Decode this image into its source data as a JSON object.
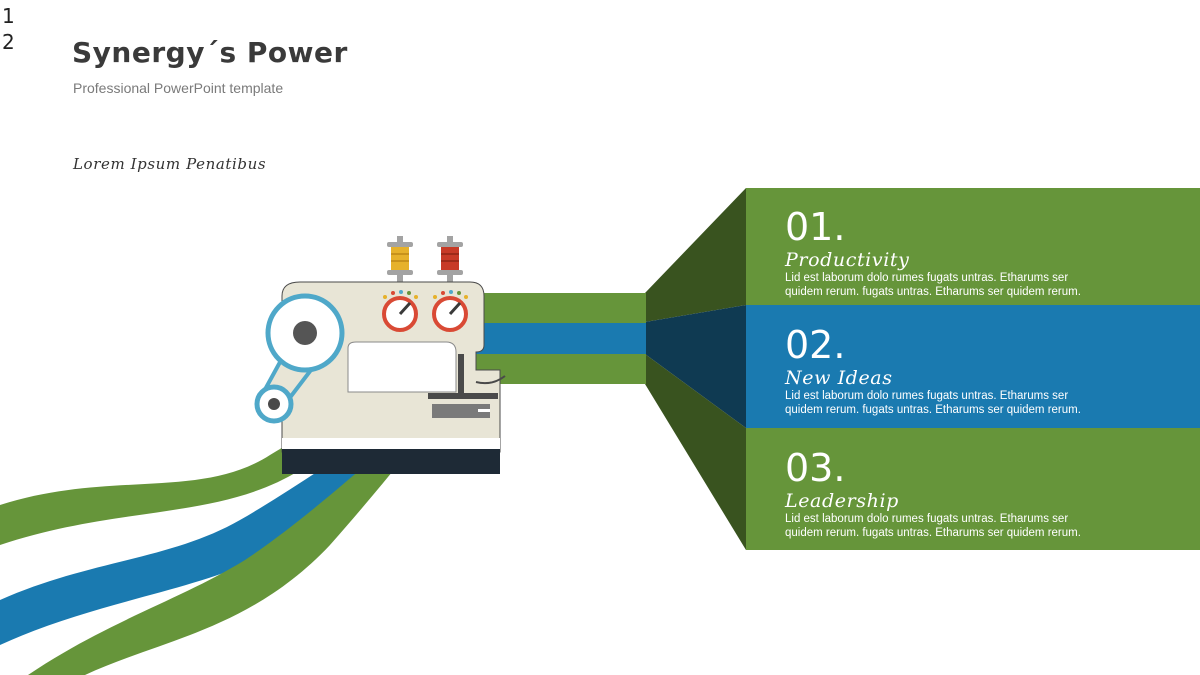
{
  "slide": {
    "page_numbers": [
      "1",
      "2"
    ],
    "title": "Synergy´s  Power",
    "subtitle": "Professional PowerPoint template",
    "tagline": "Lorem Ipsum Penatibus"
  },
  "colors": {
    "green": "#66953a",
    "blue": "#1a7ab0",
    "dark_green": "#39531f",
    "dark_blue": "#0f3a52",
    "machine_body": "#e8e5d6",
    "machine_accent": "#4fa8c9",
    "dial_red": "#d94a35"
  },
  "panels": [
    {
      "number": "01.",
      "heading": "Productivity",
      "body_line1": "Lid est laborum dolo rumes fugats untras. Etharums ser",
      "body_line2": "quidem rerum. fugats untras. Etharums ser quidem rerum."
    },
    {
      "number": "02.",
      "heading": "New Ideas",
      "body_line1": "Lid est laborum dolo rumes fugats untras. Etharums ser",
      "body_line2": "quidem rerum. fugats untras. Etharums ser quidem rerum."
    },
    {
      "number": "03.",
      "heading": "Leadership",
      "body_line1": "Lid est laborum dolo rumes fugats untras. Etharums ser",
      "body_line2": "quidem rerum. fugats untras. Etharums ser quidem rerum."
    }
  ]
}
